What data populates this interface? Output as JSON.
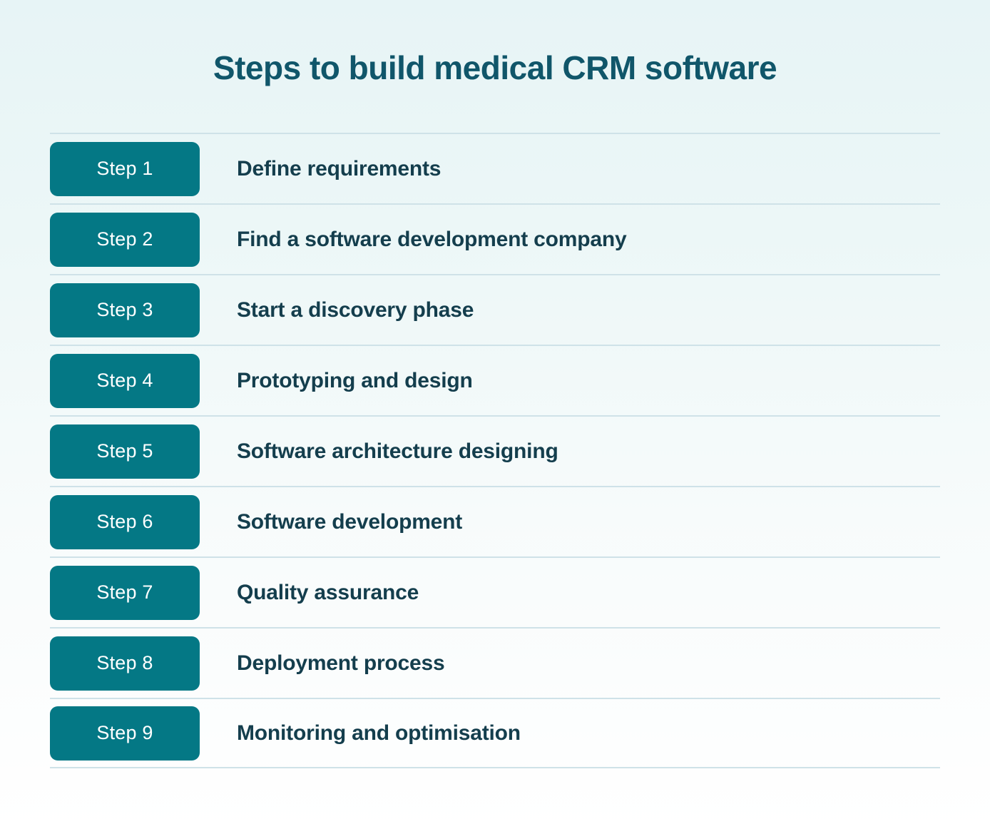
{
  "title": "Steps to build medical CRM software",
  "colors": {
    "badge": "#047885",
    "title": "#10566a",
    "text": "#143e4d",
    "divider": "#cfe2e8",
    "bg_top": "#e7f4f6",
    "bg_bottom": "#ffffff"
  },
  "steps": [
    {
      "badge": "Step 1",
      "label": "Define requirements"
    },
    {
      "badge": "Step 2",
      "label": "Find a software development company"
    },
    {
      "badge": "Step 3",
      "label": "Start a discovery phase"
    },
    {
      "badge": "Step 4",
      "label": "Prototyping and design"
    },
    {
      "badge": "Step 5",
      "label": "Software architecture designing"
    },
    {
      "badge": "Step 6",
      "label": "Software development"
    },
    {
      "badge": "Step 7",
      "label": "Quality assurance"
    },
    {
      "badge": "Step 8",
      "label": "Deployment process"
    },
    {
      "badge": "Step 9",
      "label": "Monitoring and optimisation"
    }
  ]
}
